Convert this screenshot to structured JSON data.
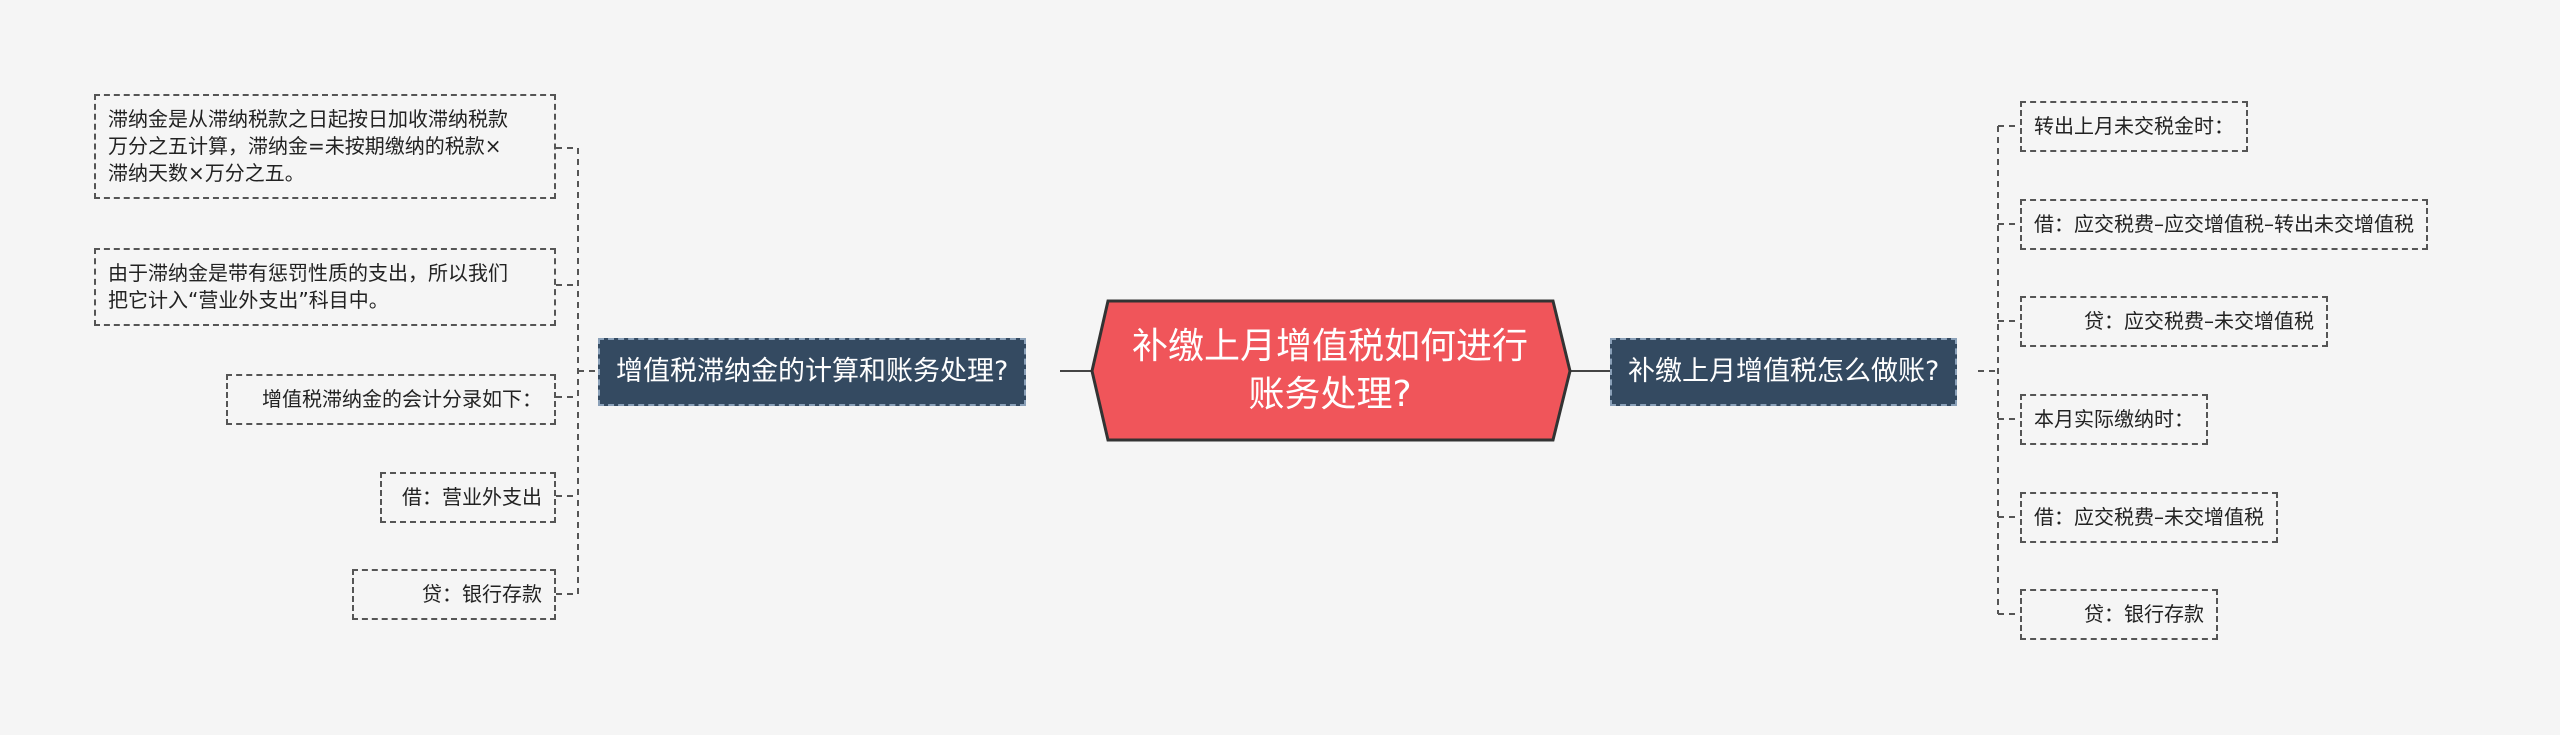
{
  "root": {
    "title": "补缴上月增值税如何进行\n账务处理?"
  },
  "left_branch": {
    "label": "增值税滞纳金的计算和账务处理?",
    "items": [
      {
        "text": "滞纳金是从滞纳税款之日起按日加收滞纳税款\n万分之五计算，滞纳金=未按期缴纳的税款×\n滞纳天数×万分之五。"
      },
      {
        "text": "由于滞纳金是带有惩罚性质的支出，所以我们\n把它计入“营业外支出”科目中。"
      },
      {
        "text": "增值税滞纳金的会计分录如下："
      },
      {
        "text": "借：营业外支出"
      },
      {
        "text": "贷：银行存款"
      }
    ]
  },
  "right_branch": {
    "label": "补缴上月增值税怎么做账?",
    "items": [
      {
        "text": "转出上月未交税金时："
      },
      {
        "text": "借：应交税费–应交增值税–转出未交增值税"
      },
      {
        "text": "贷：应交税费–未交增值税"
      },
      {
        "text": "本月实际缴纳时："
      },
      {
        "text": "借：应交税费–未交增值税"
      },
      {
        "text": "贷：银行存款"
      }
    ]
  },
  "colors": {
    "root": "#f0555a",
    "branch": "#344a61",
    "line": "#555555",
    "background": "#f5f5f5"
  }
}
